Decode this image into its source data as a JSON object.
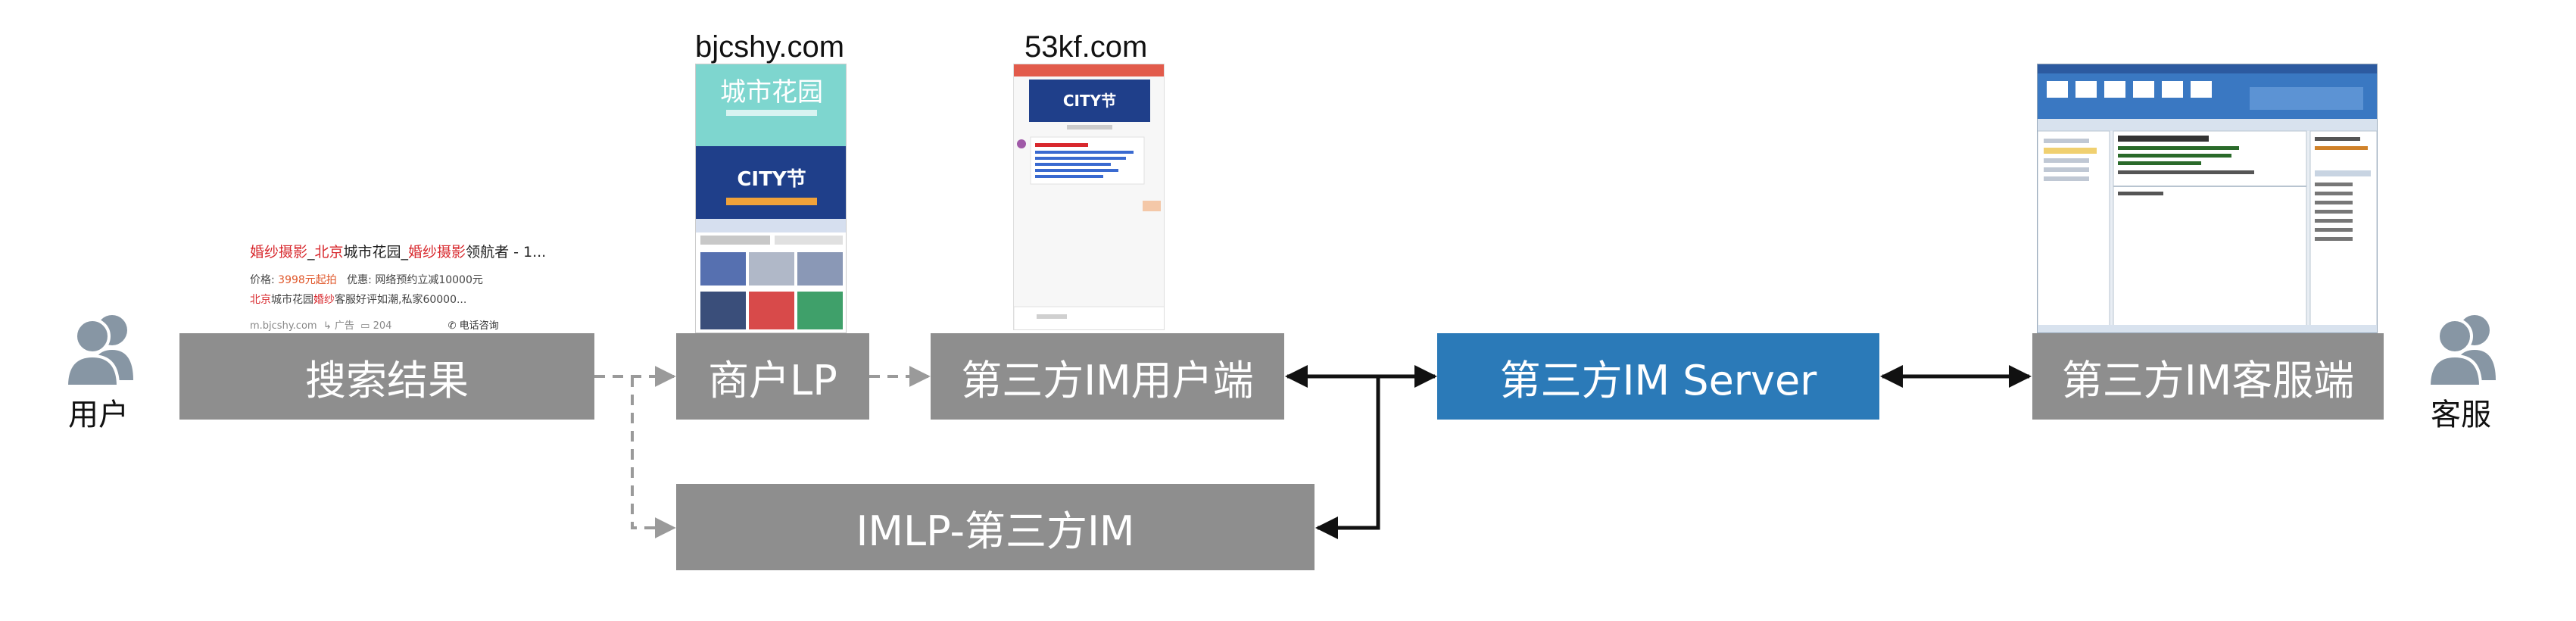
{
  "nodes": {
    "user_label": "用户",
    "service_label": "客服",
    "search_results": "搜索结果",
    "merchant_lp": "商户LP",
    "im_client": "第三方IM用户端",
    "im_server": "第三方IM Server",
    "im_agent": "第三方IM客服端",
    "imlp": "IMLP-第三方IM"
  },
  "domains": {
    "merchant_site": "bjcshy.com",
    "im_vendor": "53kf.com"
  },
  "search_snippet": {
    "title_parts": [
      "婚纱摄影",
      "_",
      "北京",
      "城市花园_",
      "婚纱摄影",
      "领航者 - 1..."
    ],
    "price_label": "价格:",
    "price_value": "3998元起拍",
    "offer": "优惠: 网络预约立减10000元",
    "desc_parts": [
      "北京",
      "城市花园",
      "婚纱",
      "客服好评如潮,私家60000..."
    ],
    "url": "m.bjcshy.com",
    "ad": "广告",
    "comments": "204",
    "phone": "电话咨询"
  },
  "colors": {
    "gray_box": "#8e8e8e",
    "blue_box": "#2b7ab8",
    "person_icon": "#8796a4",
    "arrow": "#111111",
    "dashed_arrow": "#9a9a9a"
  }
}
